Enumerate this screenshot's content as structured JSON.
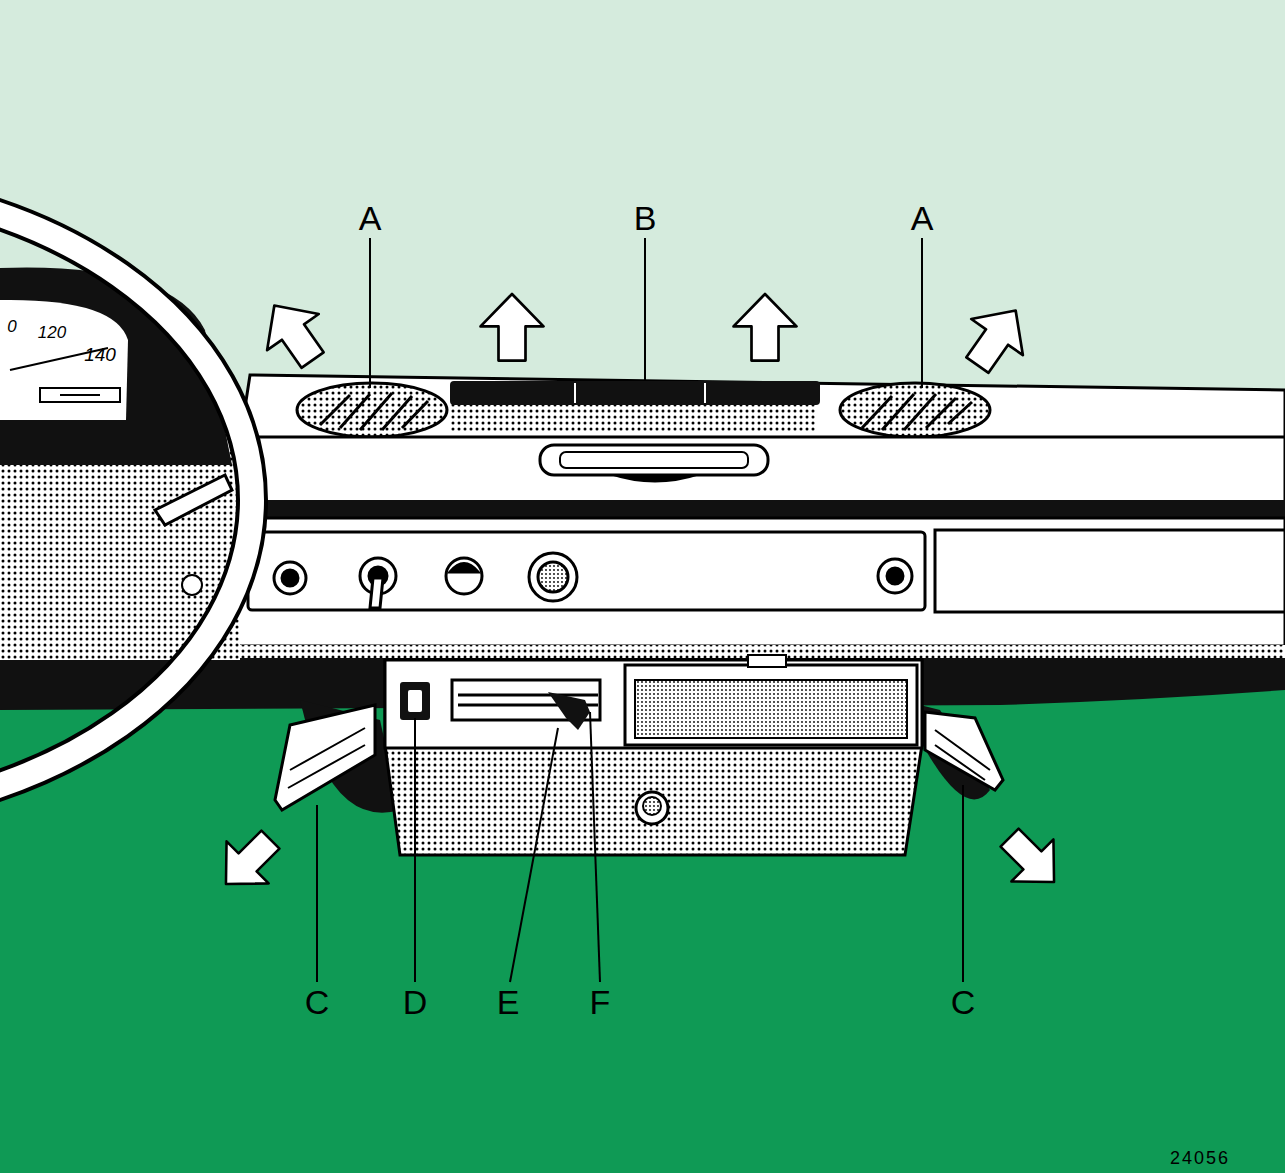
{
  "diagram": {
    "labels": [
      "A",
      "B",
      "A",
      "0",
      "120",
      "140",
      "C",
      "D",
      "E",
      "F",
      "C",
      "24056"
    ]
  }
}
